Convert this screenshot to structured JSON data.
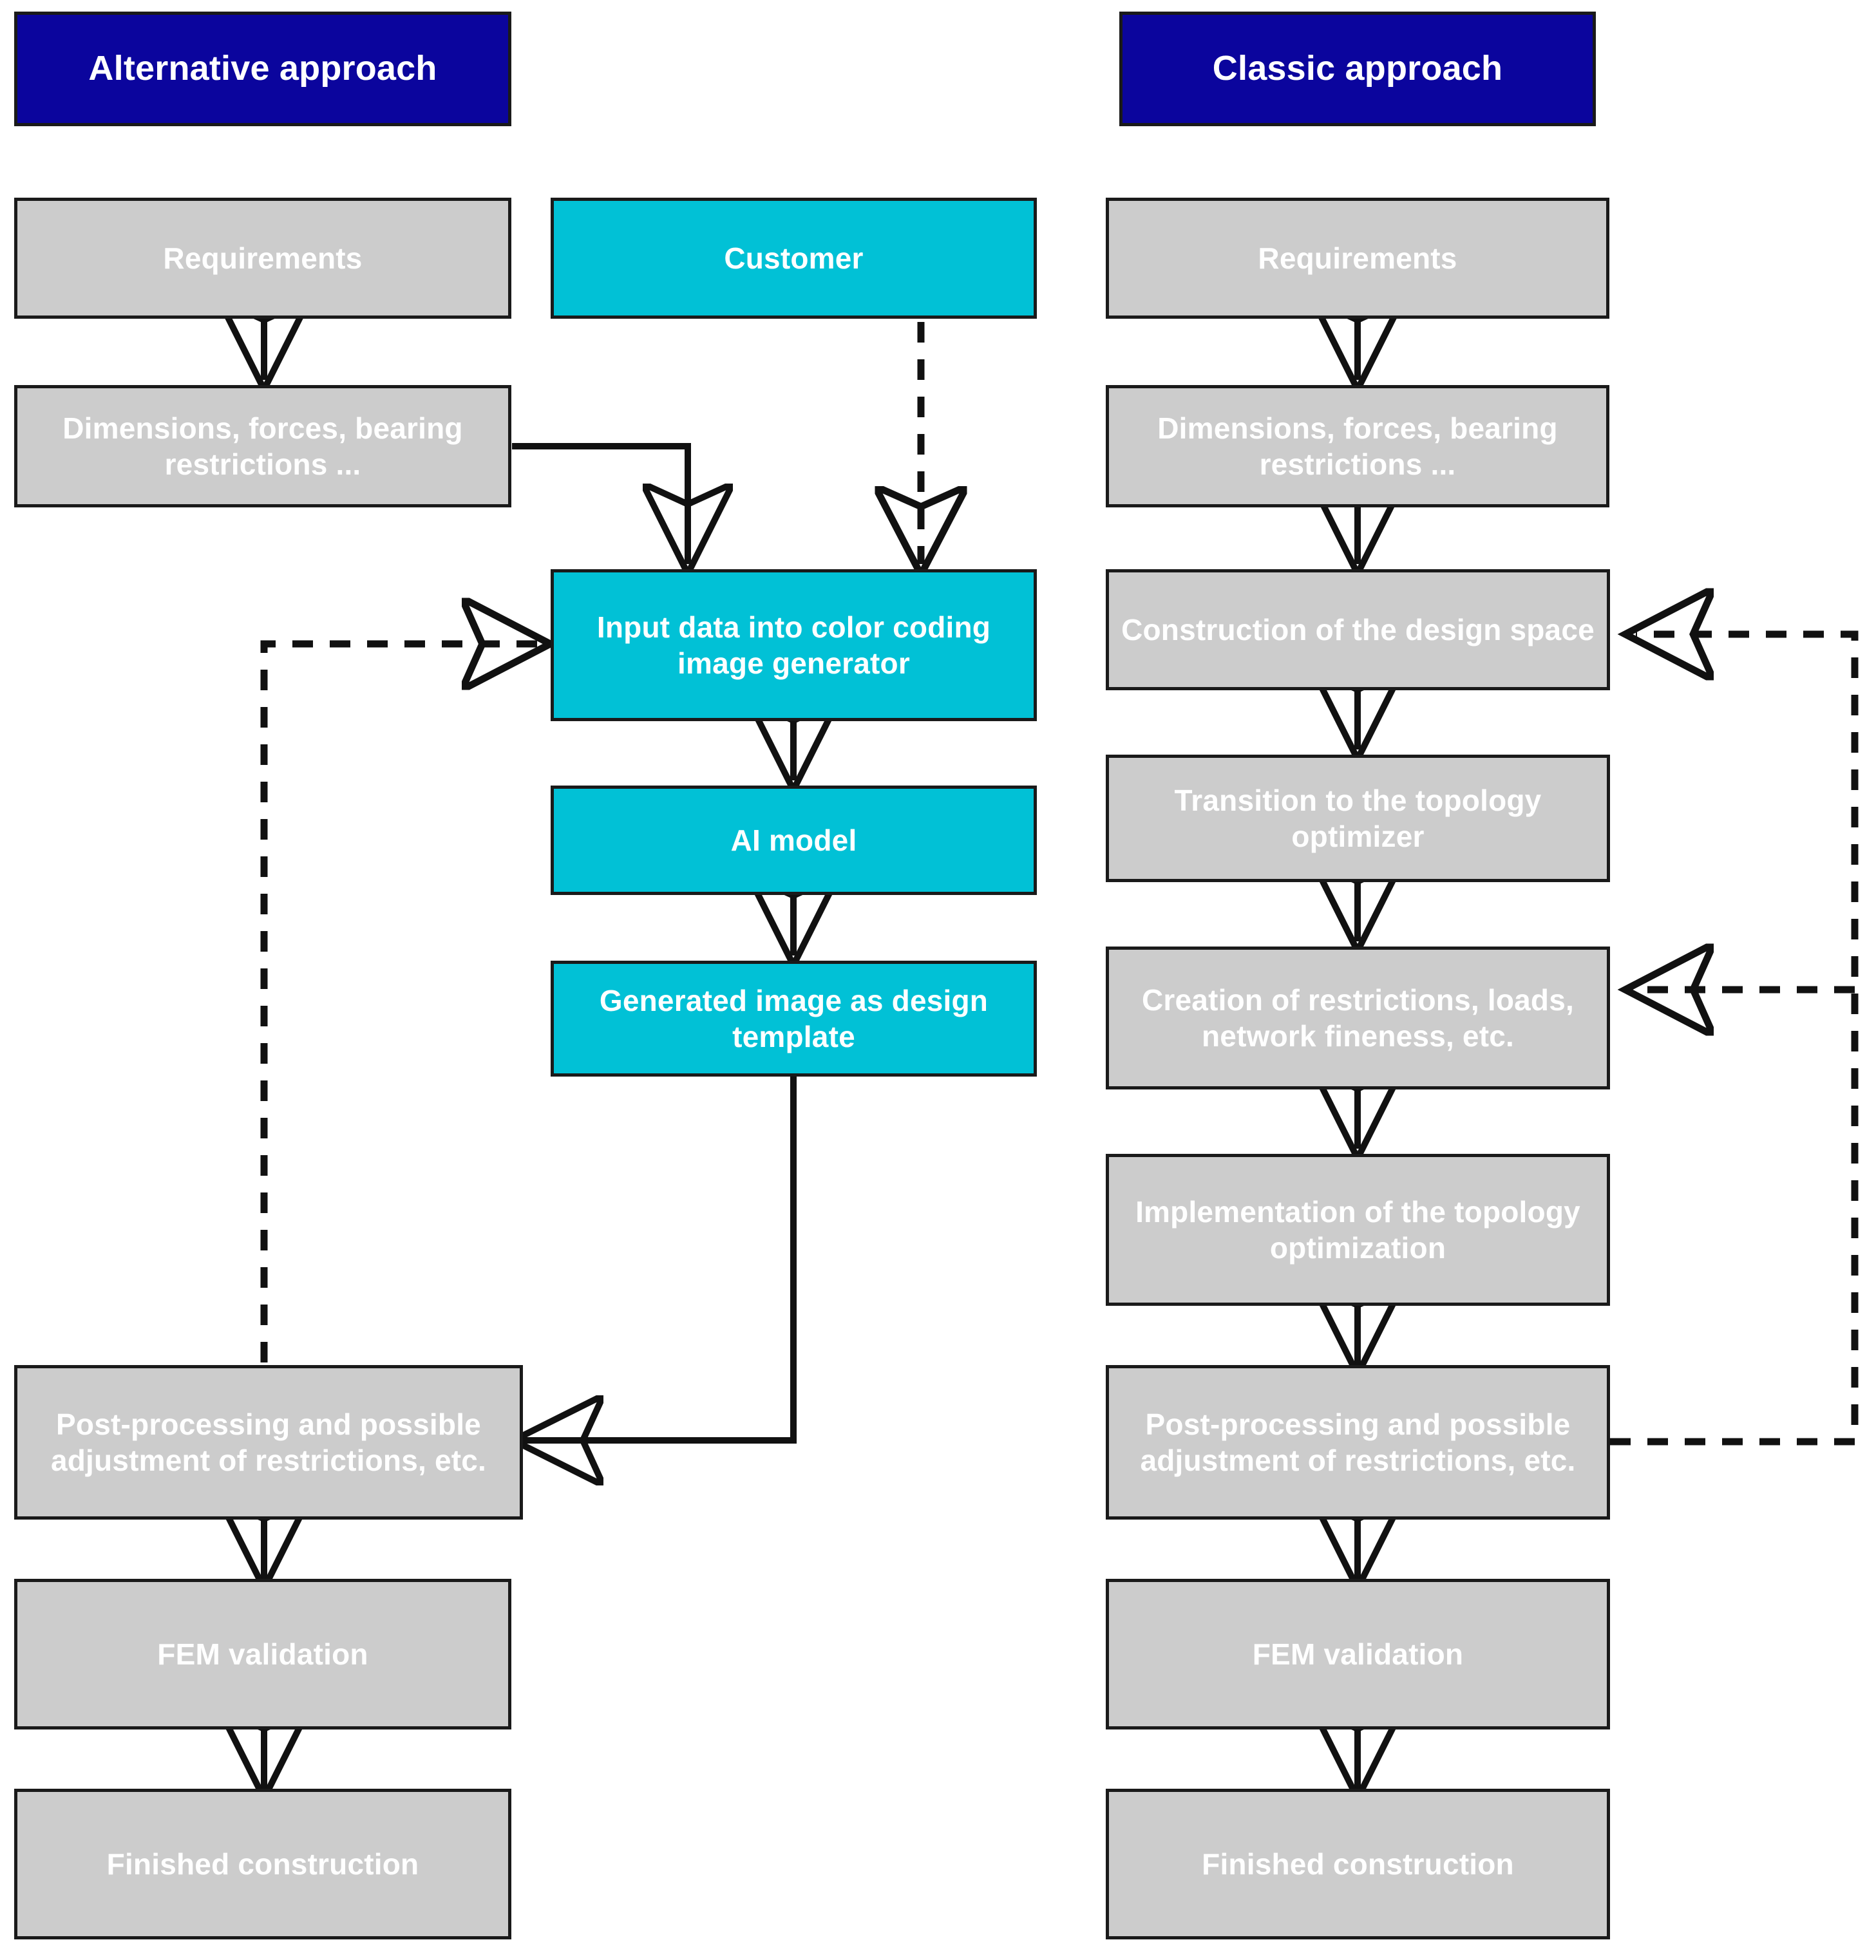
{
  "diagram": {
    "title_left": "Alternative approach",
    "title_right": "Classic approach",
    "colors": {
      "header": "#0B059D",
      "process": "#CCCCCC",
      "ai": "#01C1D6",
      "stroke": "#111111",
      "text": "#FFFFFF"
    }
  },
  "left_column": {
    "header": "Alternative approach",
    "nodes": [
      {
        "id": "alt-requirements",
        "label": "Requirements",
        "type": "gray"
      },
      {
        "id": "alt-dimensions",
        "label": "Dimensions, forces, bearing restrictions ...",
        "type": "gray"
      },
      {
        "id": "alt-postprocessing",
        "label": "Post-processing and possible adjustment of restrictions, etc.",
        "type": "gray"
      },
      {
        "id": "alt-fem",
        "label": "FEM validation",
        "type": "gray"
      },
      {
        "id": "alt-finished",
        "label": "Finished construction",
        "type": "gray"
      }
    ]
  },
  "middle_column": {
    "nodes": [
      {
        "id": "customer",
        "label": "Customer",
        "type": "cyan"
      },
      {
        "id": "input-data",
        "label": "Input data into color coding image generator",
        "type": "cyan"
      },
      {
        "id": "ai-model",
        "label": "AI model",
        "type": "cyan"
      },
      {
        "id": "generated-image",
        "label": "Generated image as design template",
        "type": "cyan"
      }
    ]
  },
  "right_column": {
    "header": "Classic approach",
    "nodes": [
      {
        "id": "cls-requirements",
        "label": "Requirements",
        "type": "gray"
      },
      {
        "id": "cls-dimensions",
        "label": "Dimensions, forces, bearing restrictions ...",
        "type": "gray"
      },
      {
        "id": "cls-design-space",
        "label": "Construction of the design space",
        "type": "gray"
      },
      {
        "id": "cls-transition",
        "label": "Transition to the topology optimizer",
        "type": "gray"
      },
      {
        "id": "cls-creation",
        "label": "Creation of restrictions, loads, network fineness, etc.",
        "type": "gray"
      },
      {
        "id": "cls-implementation",
        "label": "Implementation of the topology optimization",
        "type": "gray"
      },
      {
        "id": "cls-postprocessing",
        "label": "Post-processing and possible adjustment of restrictions, etc.",
        "type": "gray"
      },
      {
        "id": "cls-fem",
        "label": "FEM validation",
        "type": "gray"
      },
      {
        "id": "cls-finished",
        "label": "Finished construction",
        "type": "gray"
      }
    ]
  },
  "edges": [
    {
      "from": "alt-requirements",
      "to": "alt-dimensions",
      "style": "solid"
    },
    {
      "from": "alt-dimensions",
      "to": "input-data",
      "style": "solid"
    },
    {
      "from": "customer",
      "to": "input-data",
      "style": "dashed"
    },
    {
      "from": "input-data",
      "to": "ai-model",
      "style": "solid"
    },
    {
      "from": "ai-model",
      "to": "generated-image",
      "style": "solid"
    },
    {
      "from": "generated-image",
      "to": "alt-postprocessing",
      "style": "solid"
    },
    {
      "from": "alt-postprocessing",
      "to": "input-data",
      "style": "dashed"
    },
    {
      "from": "alt-postprocessing",
      "to": "alt-fem",
      "style": "solid"
    },
    {
      "from": "alt-fem",
      "to": "alt-finished",
      "style": "solid"
    },
    {
      "from": "cls-requirements",
      "to": "cls-dimensions",
      "style": "solid"
    },
    {
      "from": "cls-dimensions",
      "to": "cls-design-space",
      "style": "solid"
    },
    {
      "from": "cls-design-space",
      "to": "cls-transition",
      "style": "solid"
    },
    {
      "from": "cls-transition",
      "to": "cls-creation",
      "style": "solid"
    },
    {
      "from": "cls-creation",
      "to": "cls-implementation",
      "style": "solid"
    },
    {
      "from": "cls-implementation",
      "to": "cls-postprocessing",
      "style": "solid"
    },
    {
      "from": "cls-postprocessing",
      "to": "cls-design-space",
      "style": "dashed"
    },
    {
      "from": "cls-postprocessing",
      "to": "cls-creation",
      "style": "dashed"
    },
    {
      "from": "cls-postprocessing",
      "to": "cls-fem",
      "style": "solid"
    },
    {
      "from": "cls-fem",
      "to": "cls-finished",
      "style": "solid"
    }
  ]
}
